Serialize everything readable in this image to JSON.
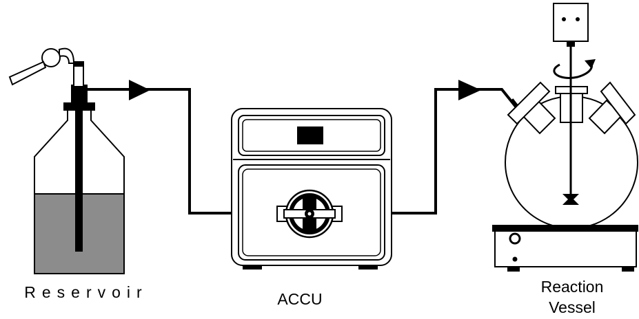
{
  "labels": {
    "reservoir": "Reservoir",
    "accu": "ACCU",
    "reaction_line1": "Reaction",
    "reaction_line2": "Vessel"
  },
  "colors": {
    "line": "#000000",
    "liquid": "#8c8c8c",
    "body": "#ffffff",
    "accent": "#c8c8c8"
  },
  "icons": {
    "flow_arrow": "flow-direction-arrow",
    "stirrer": "rotation-arrow"
  }
}
